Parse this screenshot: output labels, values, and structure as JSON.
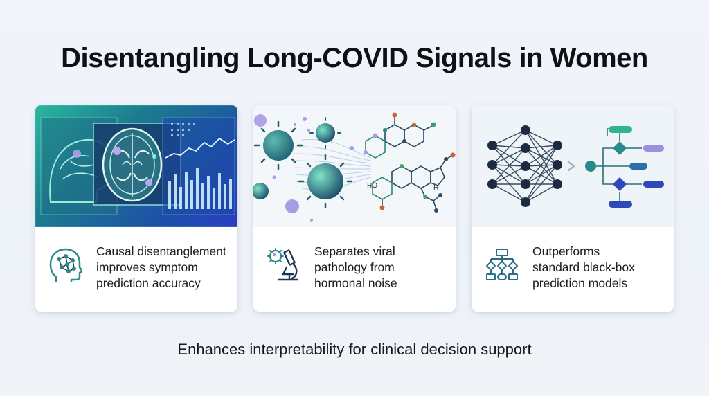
{
  "title": "Disentangling Long-COVID Signals in Women",
  "cards": [
    {
      "text": "Causal disentanglement\nimproves symptom\nprediction accuracy",
      "visual_icon": "brain-scan-chart",
      "small_icon": "brain-network-icon"
    },
    {
      "text": "Separates viral\npathology from\nhormonal noise",
      "visual_icon": "virus-to-hormone-molecule",
      "small_icon": "virus-microscope-icon",
      "molecule_labels": {
        "ho": "HO",
        "h": "H"
      }
    },
    {
      "text": "Outperforms\nstandard black-box\nprediction models",
      "visual_icon": "neural-network-to-decision-tree",
      "small_icon": "flowchart-icon"
    }
  ],
  "footer": "Enhances interpretability for clinical decision support",
  "colors": {
    "teal": "#2a8a8a",
    "navy": "#1c3552",
    "purple": "#9c8ee0",
    "blue": "#2d48b8",
    "green": "#3fbfa0"
  }
}
